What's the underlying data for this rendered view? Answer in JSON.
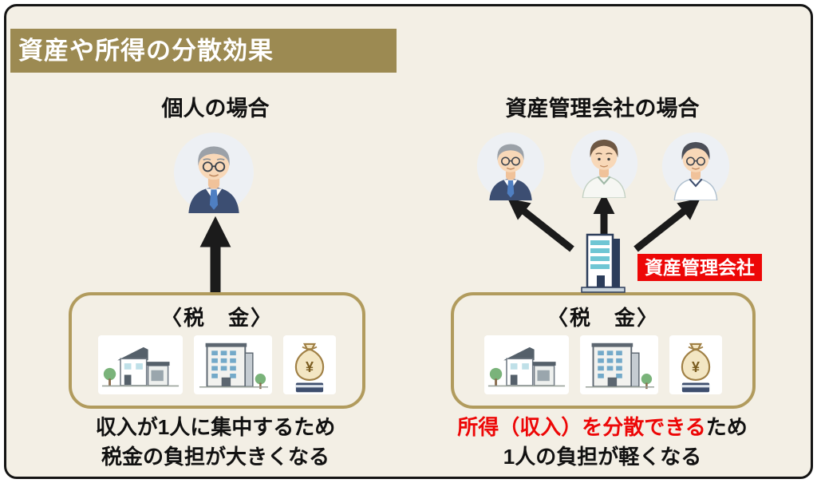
{
  "title": "資産や所得の分散効果",
  "left_section": {
    "heading": "個人の場合",
    "tax_label": "〈税　金〉",
    "caption_line1": "収入が1人に集中するため",
    "caption_line2": "税金の負担が大きくなる"
  },
  "right_section": {
    "heading": "資産管理会社の場合",
    "company_label": "資産管理会社",
    "tax_label": "〈税　金〉",
    "caption_line1_red": "所得（収入）を分散できる",
    "caption_line1_black": "ため",
    "caption_line2": "1人の負担が軽くなる"
  },
  "icons": {
    "yen_symbol": "¥",
    "asset_icons": [
      "house-icon",
      "apartment-building-icon",
      "money-bag-icon"
    ],
    "person_icons": [
      "senior-man-avatar",
      "young-man-avatar",
      "glasses-man-avatar"
    ],
    "company_icon": "office-building-icon"
  },
  "colors": {
    "page_background": "#f3efe5",
    "title_banner": "#9c8a52",
    "box_border": "#b19b5d",
    "accent_red": "#ed0707",
    "arrow_black": "#1b1b1b",
    "frame_border": "#141414"
  }
}
